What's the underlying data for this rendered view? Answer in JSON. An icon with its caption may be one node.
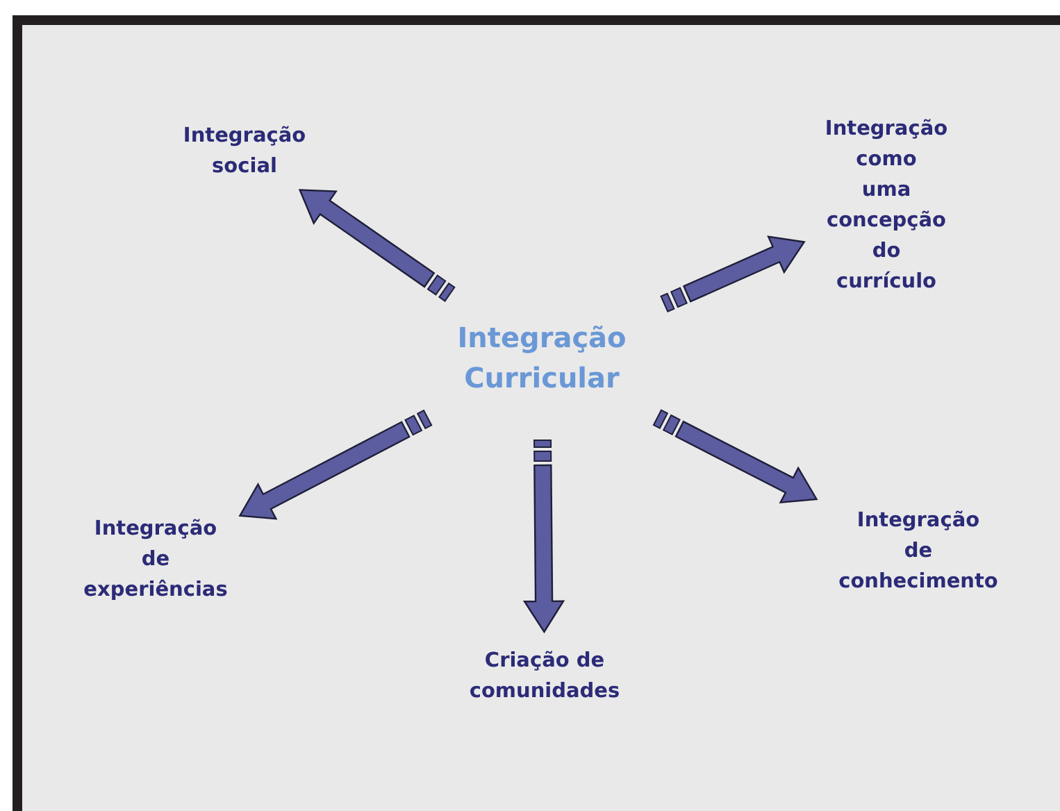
{
  "diagram": {
    "nodes": [
      {
        "text": [
          "Integração Curricular"
        ]
      },
      {
        "text": [
          "Integração social"
        ]
      },
      {
        "text": [
          "Integração como uma concepção do currículo"
        ]
      },
      {
        "text": [
          "Integração de experiências"
        ]
      },
      {
        "text": [
          "Criação de comunidades"
        ]
      },
      {
        "text": [
          "Integração de conhecimento"
        ]
      }
    ],
    "edges": [
      {
        "from": 0,
        "to": 1,
        "arrow": "to"
      },
      {
        "from": 0,
        "to": 2,
        "arrow": "to"
      },
      {
        "from": 0,
        "to": 3,
        "arrow": "to"
      },
      {
        "from": 0,
        "to": 4,
        "arrow": "to"
      },
      {
        "from": 0,
        "to": 5,
        "arrow": "to"
      }
    ]
  }
}
